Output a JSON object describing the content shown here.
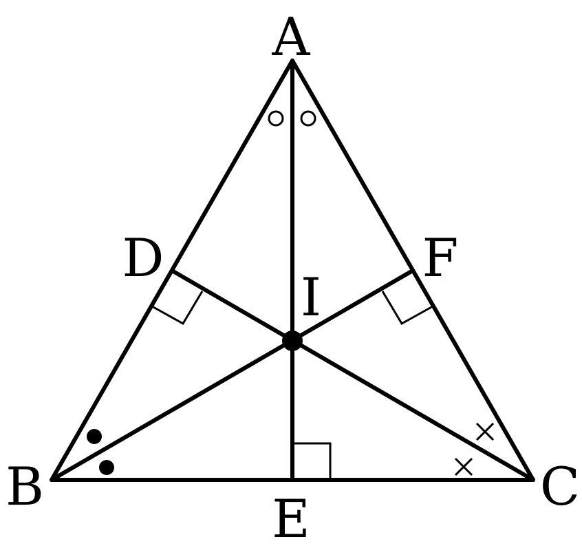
{
  "figure": {
    "vertices": {
      "A": "A",
      "B": "B",
      "C": "C",
      "D": "D",
      "E": "E",
      "F": "F",
      "I": "I"
    },
    "angle_marks": {
      "A": "circle-pair",
      "B": "dot-pair",
      "C": "cross-pair"
    },
    "right_angle_markers": [
      "D",
      "E",
      "F"
    ],
    "stroke_color": "#000000",
    "background_color": "#ffffff"
  }
}
